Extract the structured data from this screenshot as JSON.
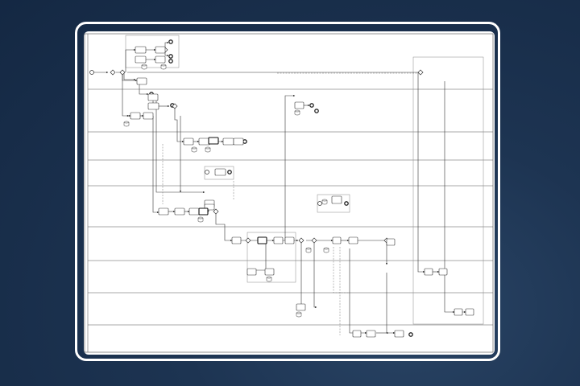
{
  "diagram": {
    "type": "bpmn-process",
    "notation": "pools-and-lanes",
    "lane_count": 10,
    "colors": {
      "page_background": "#1d3452",
      "frame": "#ffffff",
      "canvas": "#ffffff",
      "stroke": "#333333",
      "lane_divider": "#555555"
    }
  }
}
